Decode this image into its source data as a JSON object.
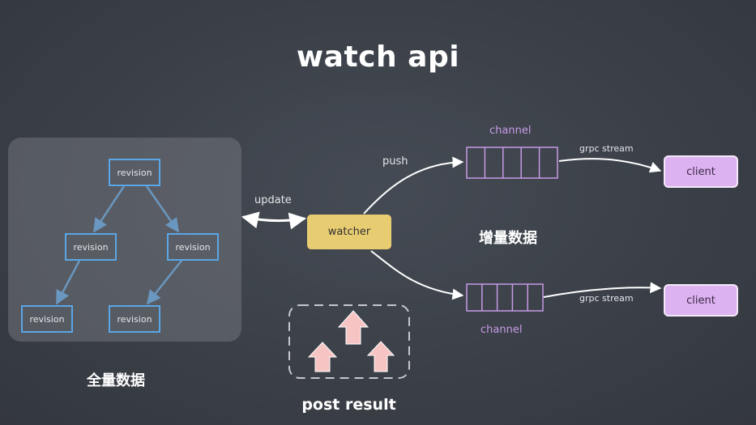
{
  "title": "watch api",
  "full_data": {
    "caption": "全量数据",
    "revisions": [
      "revision",
      "revision",
      "revision",
      "revision",
      "revision"
    ]
  },
  "watcher": {
    "label": "watcher",
    "update_label": "update"
  },
  "channels": [
    {
      "label": "channel",
      "push_label": "push",
      "stream_label": "grpc stream",
      "client_label": "client"
    },
    {
      "label": "channel",
      "stream_label": "grpc stream",
      "client_label": "client"
    }
  ],
  "incremental_caption": "增量数据",
  "post_result": "post result",
  "colors": {
    "revision_border": "#5aa6e6",
    "watcher_fill": "#e8cc72",
    "channel": "#c79ae6",
    "client_fill": "#dcb2f0",
    "arrow": "#f7c4c4"
  }
}
